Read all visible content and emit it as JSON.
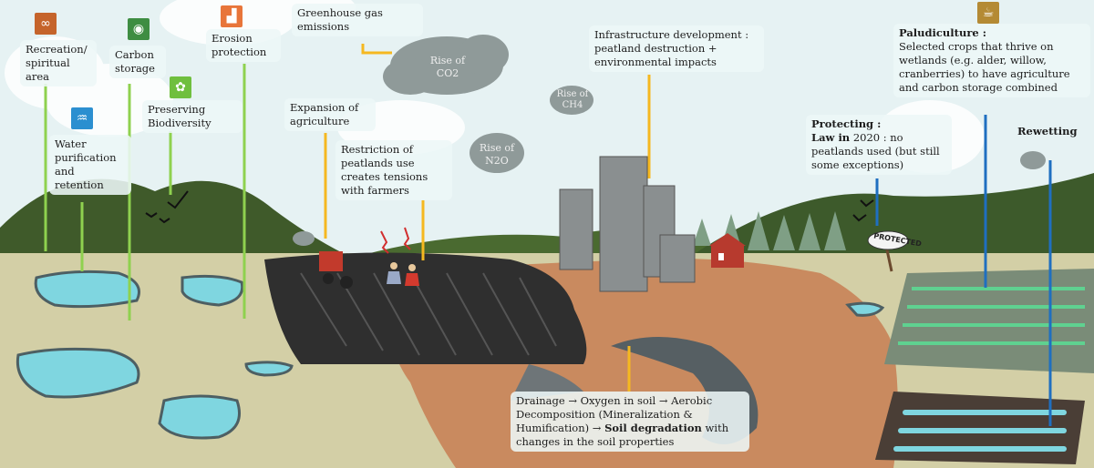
{
  "labels": {
    "recreation": "Recreation/ spiritual area",
    "carbon": "Carbon storage",
    "erosion": "Erosion protection",
    "biodiversity": "Preserving Biodiversity",
    "water": "Water purification and retention",
    "greenhouse": "Greenhouse gas emissions",
    "expansion": "Expansion of agriculture",
    "restriction": "Restriction of peatlands use creates tensions with farmers",
    "infrastructure": "Infrastructure development : peatland destruction + environmental impacts",
    "paludiculture_title": "Paludiculture :",
    "paludiculture_text": "Selected crops that thrive on wetlands (e.g. alder, willow, cranberries) to have agriculture and carbon storage combined",
    "protecting_title": "Protecting :",
    "protecting_law": "Law in",
    "protecting_text": " 2020 : no peatlands used (but still some exceptions)",
    "rewetting": "Rewetting",
    "drainage_text": "Drainage → Oxygen in soil → Aerobic Decomposition (Mineralization & Humification) →",
    "drainage_bold": "Soil degradation",
    "drainage_tail": " with changes in the soil properties"
  },
  "gases": {
    "co2": "Rise of CO2",
    "ch4": "Rise of CH4",
    "n2o": "Rise of N2O"
  },
  "sign_text": "PROTECTED",
  "colors": {
    "green_arrow": "#8fd14f",
    "orange_arrow": "#f5b820",
    "blue_arrow": "#1f6fc0",
    "water": "#7fd6e0",
    "peat": "#3a3a3a",
    "soil": "#c98a5f",
    "hill": "#3f5a2a",
    "cloud_gray": "#8f9a99"
  },
  "icons": [
    "sdg-infinity-icon",
    "sdg-eye-icon",
    "sdg-factory-icon",
    "sdg-water-icon",
    "sdg-biodiversity-icon",
    "sdg-cup-icon"
  ]
}
